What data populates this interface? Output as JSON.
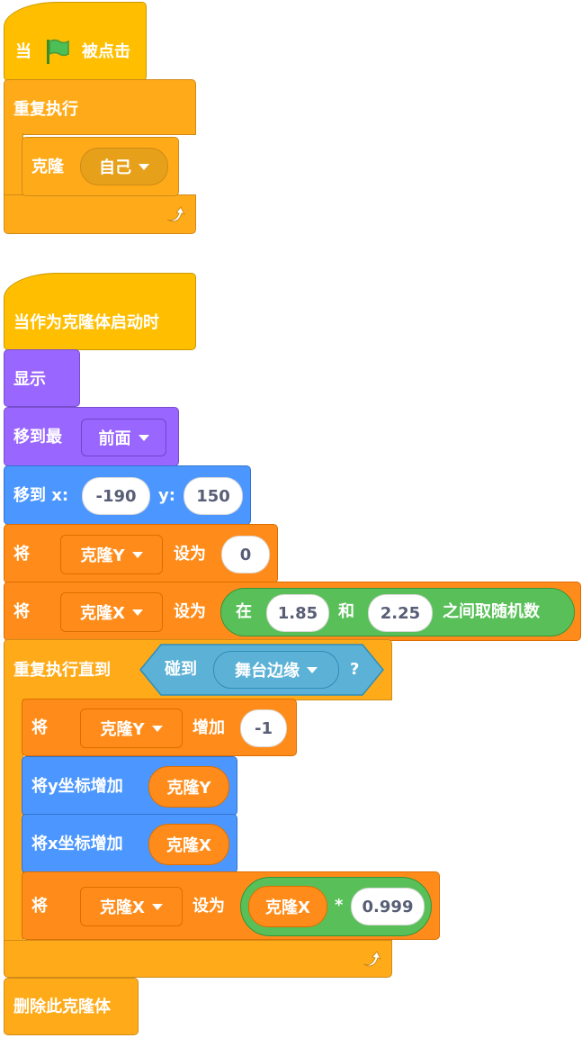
{
  "script1": {
    "hat_when": "当",
    "hat_clicked": "被点击",
    "forever": "重复执行",
    "clone_label": "克隆",
    "clone_target": "自己"
  },
  "script2": {
    "hat_clone_start": "当作为克隆体启动时",
    "show": "显示",
    "goto_layer": "移到最",
    "layer_option": "前面",
    "goto_xy": "移到 x:",
    "x_value": "-190",
    "y_label": "y:",
    "y_value": "150",
    "set_word": "将",
    "set_to": "设为",
    "var_clone_y": "克隆Y",
    "set_y_value": "0",
    "var_clone_x": "克隆X",
    "random_in": "在",
    "random_from": "1.85",
    "random_and": "和",
    "random_to": "2.25",
    "random_end": "之间取随机数",
    "repeat_until": "重复执行直到",
    "touching": "碰到",
    "touching_target": "舞台边缘",
    "question": "?",
    "change_by": "增加",
    "change_value": "-1",
    "change_y_by": "将y坐标增加",
    "change_x_by": "将x坐标增加",
    "multiply": "*",
    "multiply_value": "0.999",
    "delete_clone": "删除此克隆体"
  },
  "colors": {
    "events": "#FFBF00",
    "control": "#FFAB19",
    "looks": "#9966FF",
    "motion": "#4C97FF",
    "variables": "#FF8C1A",
    "operators": "#59C059",
    "sensing": "#5CB1D6"
  }
}
